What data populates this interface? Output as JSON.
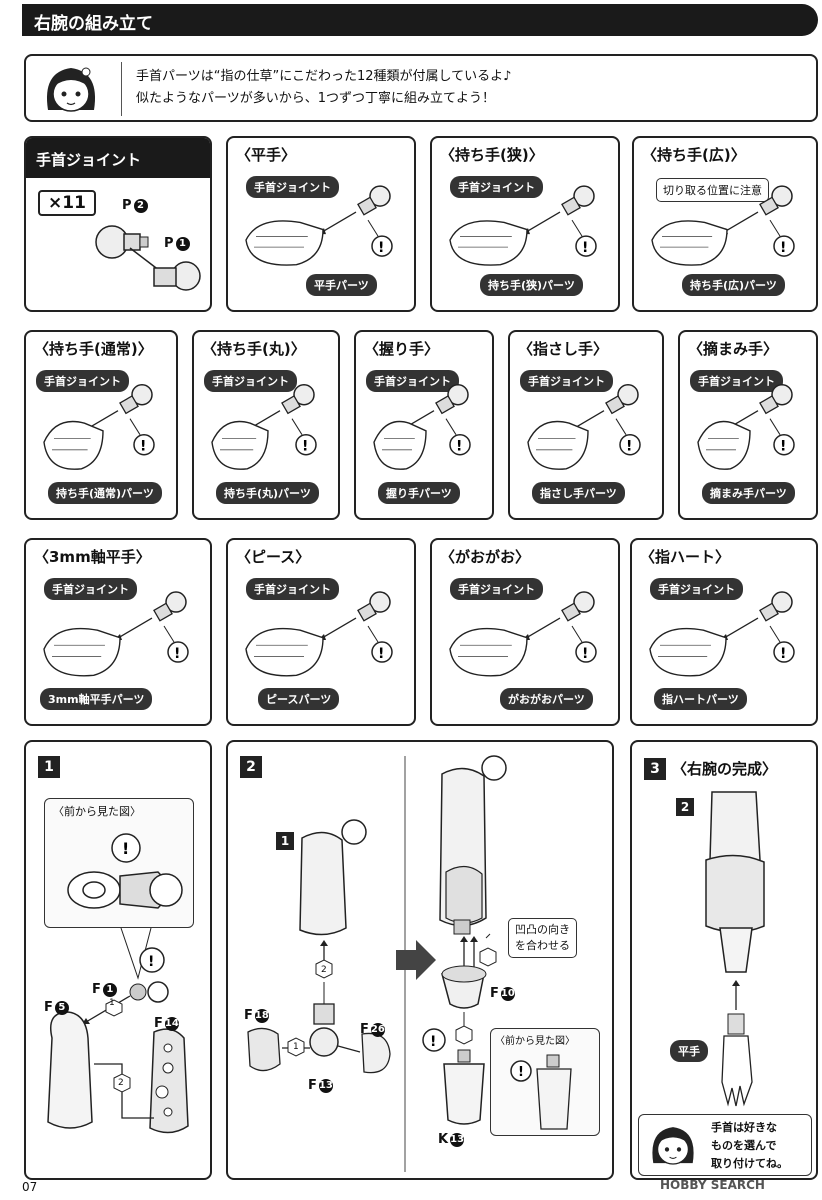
{
  "header": {
    "title": "右腕の組み立て"
  },
  "intro": {
    "line1": "手首パーツは“指の仕草”にこだわった12種類が付属しているよ♪",
    "line2": "似たようなパーツが多いから、1つずつ丁寧に組み立てよう！"
  },
  "joint": {
    "tab": "手首ジョイント",
    "count": "×11",
    "part_p2": "P",
    "part_p2_num": "2",
    "part_p1": "P",
    "part_p1_num": "1"
  },
  "joint_label": "手首ジョイント",
  "hands": [
    {
      "title": "〈平手〉",
      "part": "平手パーツ"
    },
    {
      "title": "〈持ち手(狭)〉",
      "part": "持ち手(狭)パーツ"
    },
    {
      "title": "〈持ち手(広)〉",
      "part": "持ち手(広)パーツ",
      "note": "切り取る位置に注意"
    },
    {
      "title": "〈持ち手(通常)〉",
      "part": "持ち手(通常)パーツ"
    },
    {
      "title": "〈持ち手(丸)〉",
      "part": "持ち手(丸)パーツ"
    },
    {
      "title": "〈握り手〉",
      "part": "握り手パーツ"
    },
    {
      "title": "〈指さし手〉",
      "part": "指さし手パーツ"
    },
    {
      "title": "〈摘まみ手〉",
      "part": "摘まみ手パーツ"
    },
    {
      "title": "〈3mm軸平手〉",
      "part": "3mm軸平手パーツ"
    },
    {
      "title": "〈ピース〉",
      "part": "ピースパーツ"
    },
    {
      "title": "〈がおがお〉",
      "part": "がおがおパーツ"
    },
    {
      "title": "〈指ハート〉",
      "part": "指ハートパーツ"
    }
  ],
  "step1": {
    "num": "1",
    "front_view": "〈前から見た図〉",
    "f1": "F",
    "f1_num": "1",
    "f5": "F",
    "f5_num": "5",
    "f14": "F",
    "f14_num": "14",
    "arrow2": "2",
    "arrow1": "1"
  },
  "step2": {
    "num": "2",
    "sub1": "1",
    "f18": "F",
    "f18_num": "18",
    "f13": "F",
    "f13_num": "13",
    "f26": "F",
    "f26_num": "26",
    "f10": "F",
    "f10_num": "10",
    "k13": "K",
    "k13_num": "13",
    "align_note_1": "凹凸の向き",
    "align_note_2": "を合わせる",
    "front_view": "〈前から見た図〉",
    "c1": "1",
    "c2": "2"
  },
  "step3": {
    "num": "3",
    "title": "〈右腕の完成〉",
    "sub2": "2",
    "hand_label": "平手",
    "tip1": "手首は好きな",
    "tip2": "ものを選んで",
    "tip3": "取り付けてね。"
  },
  "footer": {
    "page": "07",
    "watermark": "HOBBY SEARCH"
  }
}
